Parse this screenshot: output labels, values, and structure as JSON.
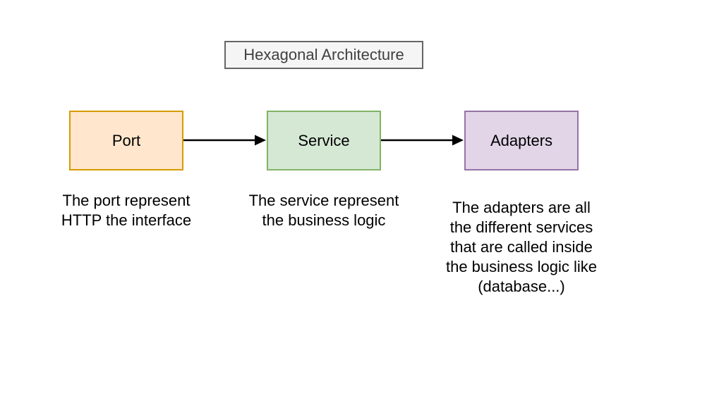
{
  "diagram": {
    "title": {
      "label": "Hexagonal Architecture",
      "fill": "#F5F5F5",
      "border": "#666666",
      "text_color": "#404040"
    },
    "nodes": [
      {
        "label": "Port",
        "fill": "#FFE6CC",
        "border": "#D79B00",
        "description": "The port represent\nHTTP the interface"
      },
      {
        "label": "Service",
        "fill": "#D5E8D4",
        "border": "#82B366",
        "description": "The service represent\nthe business logic"
      },
      {
        "label": "Adapters",
        "fill": "#E1D5E7",
        "border": "#9673A6",
        "description": "The adapters are all\nthe different services\nthat are called inside\nthe business logic like\n(database...)"
      }
    ],
    "connectors": [
      {
        "from": "Port",
        "to": "Service",
        "color": "#000000",
        "style": "solid-arrow"
      },
      {
        "from": "Service",
        "to": "Adapters",
        "color": "#000000",
        "style": "solid-arrow"
      }
    ]
  }
}
